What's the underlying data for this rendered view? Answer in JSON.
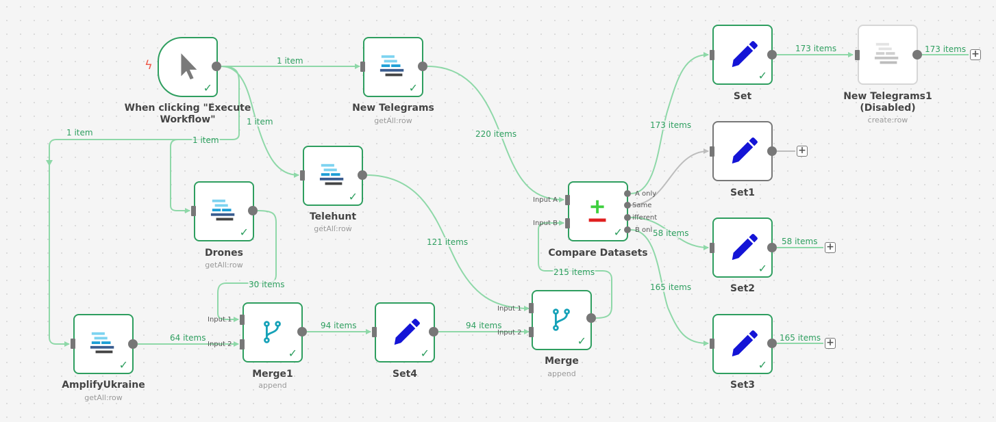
{
  "nodes": {
    "trigger": {
      "title": "When clicking \"Execute Workflow\"",
      "subtitle": ""
    },
    "new_telegrams": {
      "title": "New Telegrams",
      "subtitle": "getAll:row"
    },
    "telehunt": {
      "title": "Telehunt",
      "subtitle": "getAll:row"
    },
    "drones": {
      "title": "Drones",
      "subtitle": "getAll:row"
    },
    "amplify": {
      "title": "AmplifyUkraine",
      "subtitle": "getAll:row"
    },
    "merge1": {
      "title": "Merge1",
      "subtitle": "append"
    },
    "set4": {
      "title": "Set4",
      "subtitle": ""
    },
    "merge": {
      "title": "Merge",
      "subtitle": "append"
    },
    "compare": {
      "title": "Compare Datasets",
      "subtitle": ""
    },
    "set": {
      "title": "Set",
      "subtitle": ""
    },
    "set1": {
      "title": "Set1",
      "subtitle": ""
    },
    "set2": {
      "title": "Set2",
      "subtitle": ""
    },
    "set3": {
      "title": "Set3",
      "subtitle": ""
    },
    "new_telegrams1": {
      "title": "New Telegrams1 (Disabled)",
      "subtitle": "create:row"
    }
  },
  "port_labels": {
    "merge1_in1": "Input 1",
    "merge1_in2": "Input 2",
    "merge_in1": "Input 1",
    "merge_in2": "Input 2",
    "compare_in_a": "Input A",
    "compare_in_b": "Input B",
    "compare_out_a": "A only",
    "compare_out_same": "Same",
    "compare_out_diff": "ifferent",
    "compare_out_b": "B onl"
  },
  "edge_labels": {
    "trigger_new_telegrams": "1 item",
    "trigger_telehunt": "1 item",
    "trigger_amplify": "1 item",
    "trigger_drones": "1 item",
    "new_telegrams_compare": "220 items",
    "telehunt_merge": "121 items",
    "drones_merge1": "30 items",
    "amplify_merge1": "64 items",
    "merge1_set4": "94 items",
    "set4_merge": "94 items",
    "merge_compare": "215 items",
    "compare_set": "173 items",
    "compare_set2": "58 items",
    "compare_set3": "165 items",
    "set_new_telegrams1": "173 items",
    "new_telegrams1_out": "173 items",
    "set2_out": "58 items",
    "set3_out": "165 items"
  },
  "icons": {
    "trigger": "cursor-icon",
    "table": "table-icon",
    "merge": "merge-icon",
    "set": "pencil-icon",
    "compare": "compare-icon",
    "trigger_marker": "lightning-icon",
    "success": "checkmark-icon",
    "add": "plus-icon"
  },
  "colors": {
    "success": "#2e9e5f",
    "edge": "#8ed8a8",
    "port": "#777777",
    "pencil": "#1414d6",
    "merge": "#17a2b8",
    "compare_plus": "#3ecf3e",
    "compare_minus": "#e02020",
    "bolt": "#ee5a4a"
  },
  "glyphs": {
    "check": "✓",
    "plus": "+",
    "bolt": "ϟ"
  }
}
